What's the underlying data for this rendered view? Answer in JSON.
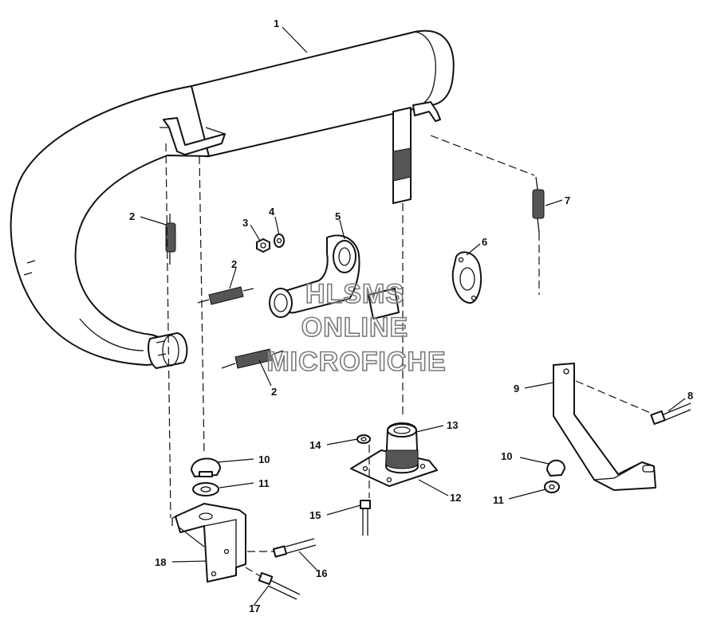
{
  "watermark": {
    "line1": "HLSMS",
    "line2": "ONLINE",
    "line3": "MICROFICHE"
  },
  "callouts": [
    {
      "id": "c1",
      "text": "1"
    },
    {
      "id": "c2a",
      "text": "2"
    },
    {
      "id": "c2b",
      "text": "2"
    },
    {
      "id": "c2c",
      "text": "2"
    },
    {
      "id": "c3",
      "text": "3"
    },
    {
      "id": "c4",
      "text": "4"
    },
    {
      "id": "c5",
      "text": "5"
    },
    {
      "id": "c6",
      "text": "6"
    },
    {
      "id": "c7",
      "text": "7"
    },
    {
      "id": "c8",
      "text": "8"
    },
    {
      "id": "c9",
      "text": "9"
    },
    {
      "id": "c10a",
      "text": "10"
    },
    {
      "id": "c10b",
      "text": "10"
    },
    {
      "id": "c11a",
      "text": "11"
    },
    {
      "id": "c11b",
      "text": "11"
    },
    {
      "id": "c12",
      "text": "12"
    },
    {
      "id": "c13",
      "text": "13"
    },
    {
      "id": "c14",
      "text": "14"
    },
    {
      "id": "c15",
      "text": "15"
    },
    {
      "id": "c16",
      "text": "16"
    },
    {
      "id": "c17",
      "text": "17"
    },
    {
      "id": "c18",
      "text": "18"
    }
  ]
}
